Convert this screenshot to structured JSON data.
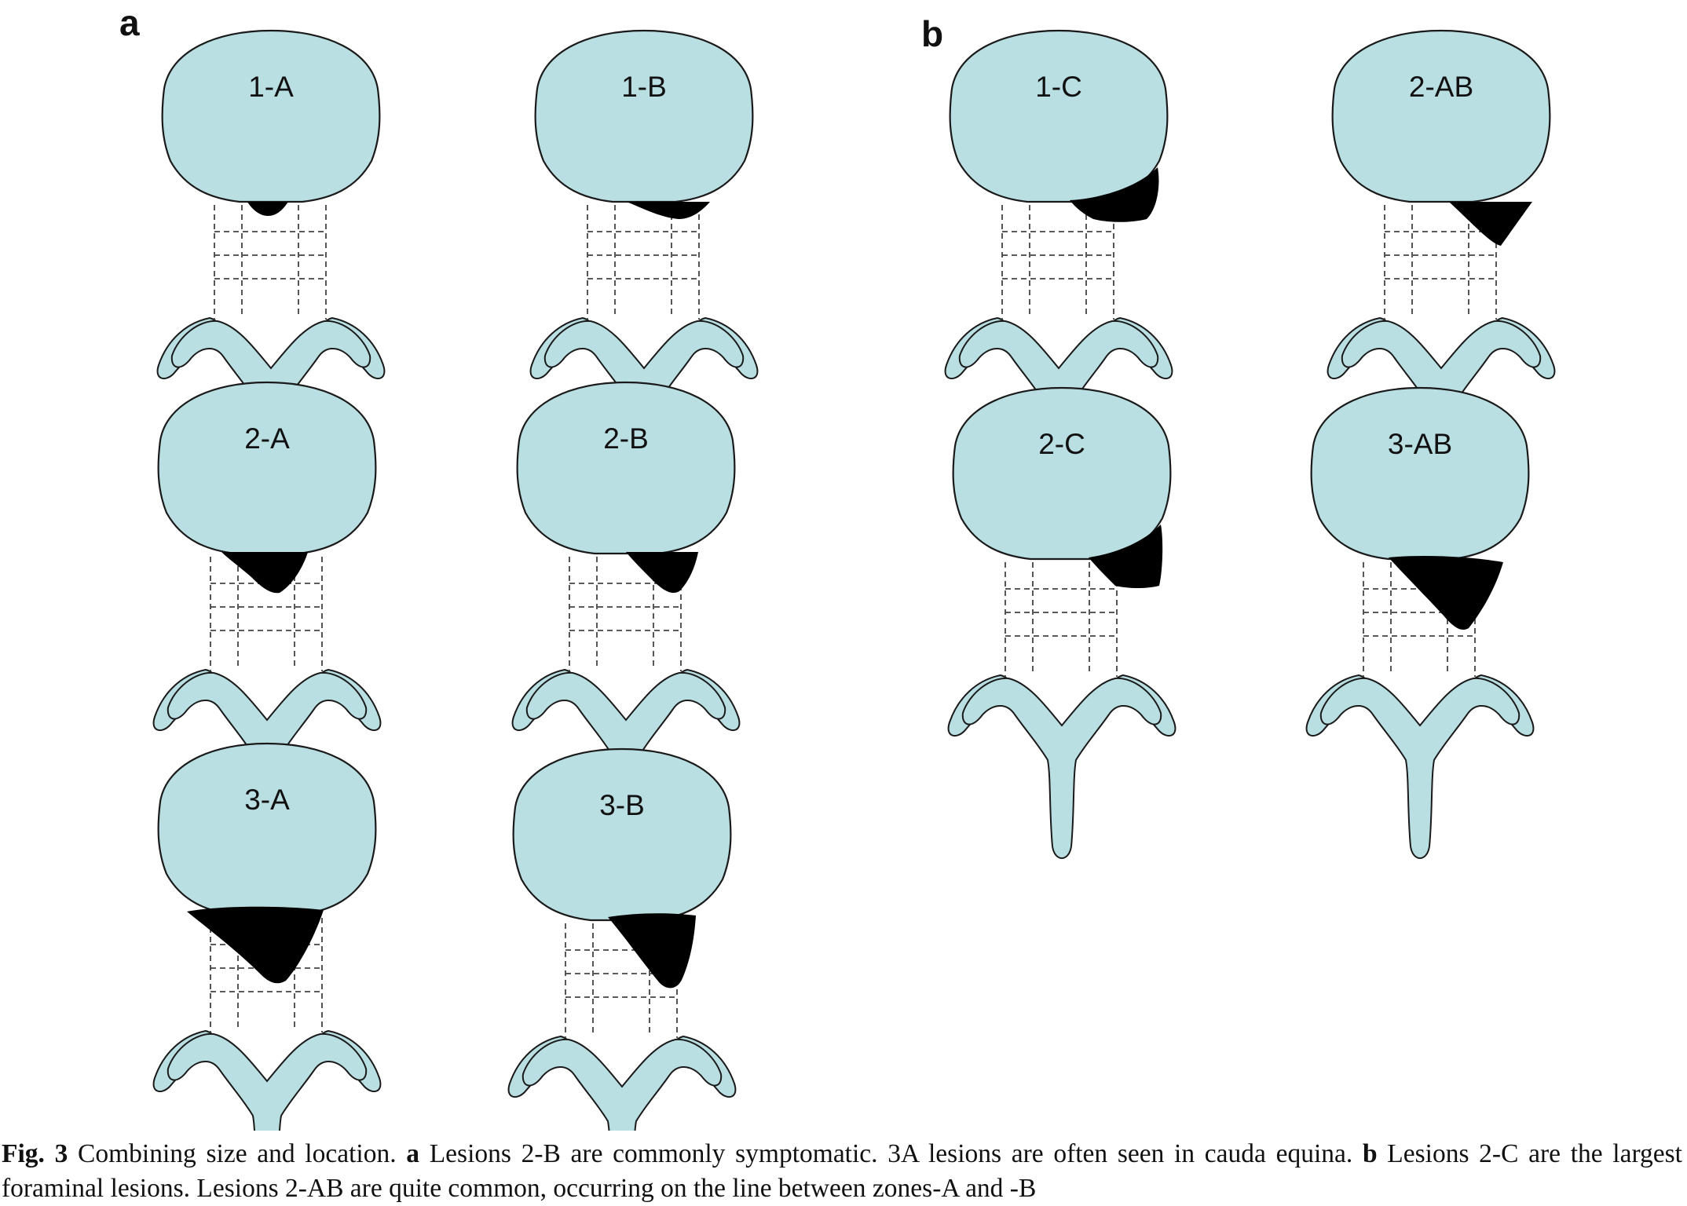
{
  "panels": [
    {
      "label": "a",
      "vertebrae": [
        {
          "label": "1-A",
          "size": 1,
          "zone": "A"
        },
        {
          "label": "1-B",
          "size": 1,
          "zone": "B"
        },
        {
          "label": "2-A",
          "size": 2,
          "zone": "A"
        },
        {
          "label": "2-B",
          "size": 2,
          "zone": "B"
        },
        {
          "label": "3-A",
          "size": 3,
          "zone": "A"
        },
        {
          "label": "3-B",
          "size": 3,
          "zone": "B"
        }
      ]
    },
    {
      "label": "b",
      "vertebrae": [
        {
          "label": "1-C",
          "size": 1,
          "zone": "C"
        },
        {
          "label": "2-AB",
          "size": 2,
          "zone": "AB"
        },
        {
          "label": "2-C",
          "size": 2,
          "zone": "C"
        },
        {
          "label": "3-AB",
          "size": 3,
          "zone": "AB"
        }
      ]
    }
  ],
  "caption": {
    "fig_label": "Fig. 3",
    "text1": " Combining size and location. ",
    "bold_a": "a",
    "text2": " Lesions 2-B are commonly symptomatic. 3A lesions are often seen in cauda equina. ",
    "bold_b": "b",
    "text3": " Lesions 2-C are the largest foraminal lesions. Lesions 2-AB are quite common, occurring on the line between zones-A and -B"
  },
  "colors": {
    "bone": "#b9dfe3",
    "outline": "#1a1a1a",
    "lesion": "#000000",
    "grid": "#444444"
  }
}
